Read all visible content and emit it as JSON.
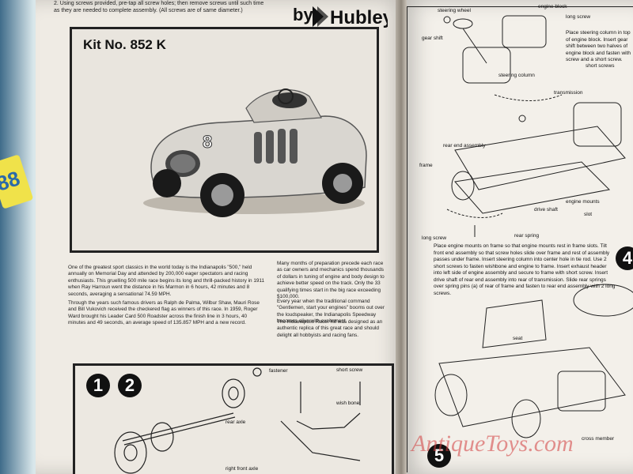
{
  "header": {
    "top_instructions": "2. Using screws provided, pre-tap all screw holes; then remove screws until such time as they are needed to complete assembly. (All screws are of same diameter.)",
    "brand_prefix": "by",
    "brand_name": "Hubley"
  },
  "kit": {
    "title": "Kit No. 852 K"
  },
  "article": {
    "paragraph_1": "One of the greatest sport classics in the world today is the Indianapolis \"500,\" held annually on Memorial Day and attended by 200,000 eager spectators and racing enthusiasts. This gruelling 500 mile race begins its long and thrill-packed history in 1911 when Ray Harroun went the distance in his Marmon in 6 hours, 42 minutes and 8 seconds, averaging a sensational 74.59 MPH.",
    "paragraph_2": "Through the years such famous drivers as Ralph de Palma, Wilbur Shaw, Mauri Rose and Bill Vukovich received the checkered flag as winners of this race. In 1959, Roger Ward brought his Leader Card 500 Roadster across the finish line in 3 hours, 40 minutes and 49 seconds, an average speed of 135.857 MPH and a new record.",
    "paragraph_3": "Many months of preparation precede each race as car owners and mechanics spend thousands of dollars in tuning of engine and body design to achieve better speed on the track. Only the 33 qualifying times start in the big race exceeding $100,000.",
    "paragraph_4": "Every year when the traditional command \"Gentlemen, start your engines\" booms out over the loudspeaker, the Indianapolis Speedway becomes alive with excitement.",
    "paragraph_5": "The Indianapolis Racer Kit was designed as an authentic replica of this great race and should delight all hobbyists and racing fans."
  },
  "steps_left": {
    "num_1": "1",
    "num_2": "2",
    "labels": {
      "fastener": "fastener",
      "rear_axle": "rear axle",
      "short_screw": "short screw",
      "wish_bone": "wish bone",
      "right_front_axle": "right front axle"
    }
  },
  "steps_right": {
    "labels": {
      "steering_wheel": "steering wheel",
      "engine_block": "engine block",
      "long_screw_top": "long screw",
      "gear_shift": "gear shift",
      "steering_column": "steering column",
      "short_screws": "short screws",
      "transmission": "transmission",
      "rear_end_assembly": "rear end assembly",
      "frame": "frame",
      "engine_mounts": "engine mounts",
      "drive_shaft": "drive shaft",
      "slot": "slot",
      "rear_spring": "rear spring",
      "long_screw": "long screw",
      "seat": "seat",
      "cross_member": "cross member"
    },
    "instruction_top": "Place steering column in top of engine block. Insert gear shift between two halves of engine block and fasten with screw and a short screw.",
    "instruction_bottom": "Place engine mounts on frame so that engine mounts rest in frame slots. Tilt front end assembly so that screw holes slide over frame and rest of assembly passes under frame. Insert steering column into center hole in tie rod. Use 2 short screws to fasten wishbone and engine to frame. Insert exhaust header into left side of engine assembly and secure to frame with short screw. Insert drive shaft of rear end assembly into rear of transmission. Slide rear springs over spring pins (a) of rear of frame and fasten to rear end assembly with 2 long screws.",
    "num_4": "4",
    "num_5": "5"
  },
  "watermark": "AntiqueToys.com",
  "sticker_text": "88"
}
